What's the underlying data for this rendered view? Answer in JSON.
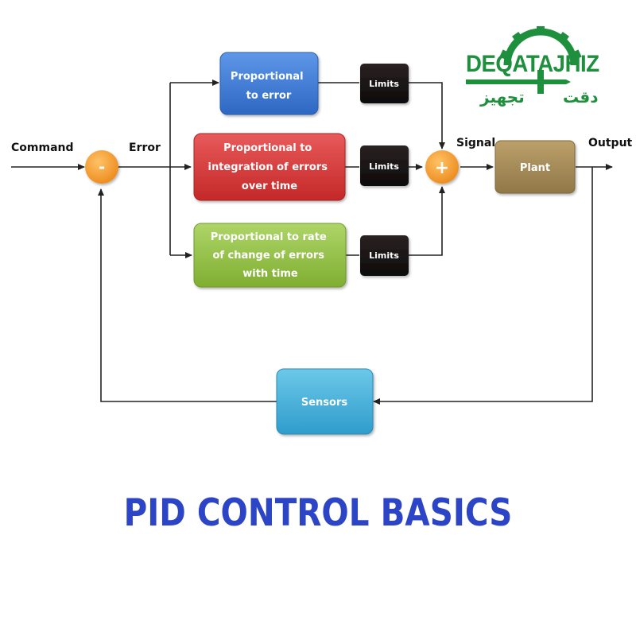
{
  "diagram": {
    "labels": {
      "command": "Command",
      "error": "Error",
      "signal": "Signal",
      "output": "Output"
    },
    "blocks": {
      "proportional": [
        "Proportional",
        "to error"
      ],
      "integral": [
        "Proportional to",
        "integration of errors",
        "over time"
      ],
      "derivative": [
        "Proportional to rate",
        "of change of errors",
        "with time"
      ],
      "limits": "Limits",
      "plant": "Plant",
      "sensors": "Sensors"
    },
    "summing": {
      "subtract": "-",
      "add": "+"
    },
    "colors": {
      "proportional": "#3f7fd9",
      "integral": "#d63a3a",
      "derivative": "#96c447",
      "limits": "#1a1414",
      "plant": "#a78e5a",
      "sensors": "#46b2d8",
      "summing": "#f2962a",
      "title": "#2b45c6",
      "logo": "#1e8f3c"
    }
  },
  "logo": {
    "latin": "DEQATAJHIZ",
    "arabic_1": "تجهیز",
    "arabic_2": "دقت"
  },
  "title": "PID CONTROL BASICS"
}
